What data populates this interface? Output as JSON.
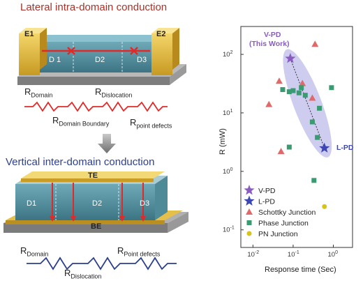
{
  "lateral": {
    "title": "Lateral intra-domain conduction",
    "electrodes": [
      "E1",
      "E2"
    ],
    "domains": [
      "D 1",
      "D2",
      "D3"
    ],
    "resistances": {
      "domain": {
        "main": "R",
        "sub": "Domain"
      },
      "dislocation": {
        "main": "R",
        "sub": "Dislocation"
      },
      "boundary": {
        "main": "R",
        "sub": "Domain Boundary"
      },
      "point": {
        "main": "R",
        "sub": "point defects"
      }
    },
    "color": "#e02a2a"
  },
  "vertical": {
    "title": "Vertical inter-domain conduction",
    "electrodes": [
      "TE",
      "BE"
    ],
    "domains": [
      "D1",
      "D2",
      "D3"
    ],
    "resistances": {
      "domain": {
        "main": "R",
        "sub": "Domain"
      },
      "point": {
        "main": "R",
        "sub": "Point defects"
      },
      "dislocation": {
        "main": "R",
        "sub": "Dislocation"
      }
    },
    "color": "#2c3f8f"
  },
  "chart_data": {
    "type": "scatter",
    "xlabel": "Response time (Sec)",
    "ylabel": "R (mW)",
    "xscale": "log",
    "yscale": "log",
    "xlim": [
      0.005,
      3
    ],
    "ylim": [
      0.05,
      300
    ],
    "xticks": [
      {
        "v": 0.01,
        "base": "10",
        "exp": "-2"
      },
      {
        "v": 0.1,
        "base": "10",
        "exp": "-1"
      },
      {
        "v": 1,
        "base": "10",
        "exp": "0"
      }
    ],
    "yticks": [
      {
        "v": 0.1,
        "base": "10",
        "exp": "-1"
      },
      {
        "v": 1,
        "base": "10",
        "exp": "0"
      },
      {
        "v": 10,
        "base": "10",
        "exp": "1"
      },
      {
        "v": 100,
        "base": "10",
        "exp": "2"
      }
    ],
    "legend_position": "bottom-left",
    "series": [
      {
        "name": "V-PD",
        "marker": "star",
        "color": "#8a5cc0",
        "points": [
          [
            0.085,
            85
          ]
        ]
      },
      {
        "name": "L-PD",
        "marker": "star",
        "color": "#3c46b5",
        "points": [
          [
            0.6,
            2.5
          ]
        ]
      },
      {
        "name": "Schottky Junction",
        "marker": "triangle",
        "color": "#e06a6a",
        "points": [
          [
            0.35,
            150
          ],
          [
            0.025,
            14
          ],
          [
            0.05,
            2.2
          ],
          [
            0.045,
            35
          ],
          [
            0.17,
            32
          ],
          [
            0.3,
            18
          ]
        ]
      },
      {
        "name": "Phase Junction",
        "marker": "square",
        "color": "#3a9a72",
        "points": [
          [
            0.055,
            25
          ],
          [
            0.08,
            23
          ],
          [
            0.1,
            24
          ],
          [
            0.14,
            22
          ],
          [
            0.16,
            27
          ],
          [
            0.2,
            20
          ],
          [
            0.3,
            7
          ],
          [
            0.45,
            12
          ],
          [
            0.4,
            3.8
          ],
          [
            0.9,
            27
          ],
          [
            0.08,
            2.6
          ],
          [
            0.33,
            0.7
          ]
        ]
      },
      {
        "name": "PN Junction",
        "marker": "circle",
        "color": "#d8c21e",
        "points": [
          [
            0.6,
            0.25
          ]
        ]
      }
    ],
    "annotations": [
      {
        "text": "V-PD",
        "color": "#8a5cc0"
      },
      {
        "text": "(This Work)",
        "color": "#8a5cc0"
      },
      {
        "text": "L-PD",
        "color": "#3c46b5"
      }
    ]
  }
}
